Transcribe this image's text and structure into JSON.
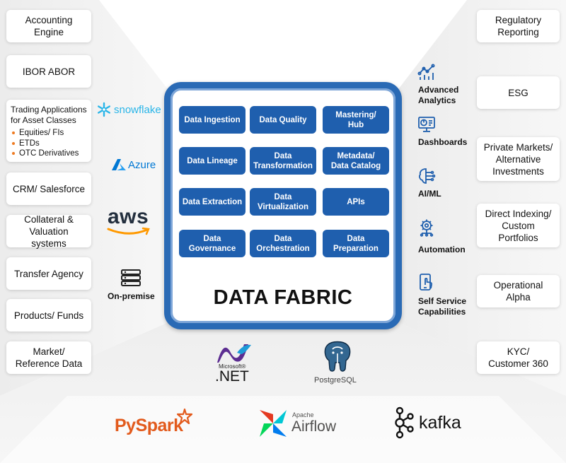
{
  "left_boxes": [
    {
      "label": "Accounting\nEngine"
    },
    {
      "label": "IBOR ABOR"
    },
    {
      "label": "CRM/ Salesforce"
    },
    {
      "label": "Collateral &\nValuation systems"
    },
    {
      "label": "Transfer Agency"
    },
    {
      "label": "Products/ Funds"
    },
    {
      "label": "Market/\nReference Data"
    }
  ],
  "trading_box": {
    "title": "Trading Applications\nfor Asset Classes",
    "items": [
      "Equities/ FIs",
      "ETDs",
      "OTC Derivatives"
    ]
  },
  "right_boxes": [
    {
      "label": "Regulatory\nReporting"
    },
    {
      "label": "ESG"
    },
    {
      "label": "Private Markets/\nAlternative\nInvestments"
    },
    {
      "label": "Direct Indexing/\nCustom\nPortfolios"
    },
    {
      "label": "Operational Alpha"
    },
    {
      "label": "KYC/\nCustomer 360"
    }
  ],
  "features": [
    {
      "label": "Advanced\nAnalytics",
      "icon": "analytics-chart-icon"
    },
    {
      "label": "Dashboards",
      "icon": "dashboard-monitor-icon"
    },
    {
      "label": "AI/ML",
      "icon": "brain-circuit-icon"
    },
    {
      "label": "Automation",
      "icon": "gear-automation-icon"
    },
    {
      "label": "Self Service\nCapabilities",
      "icon": "mobile-touch-icon"
    }
  ],
  "platforms": {
    "snowflake": "snowflake",
    "azure": "Azure",
    "aws": "aws",
    "onprem": "On-premise"
  },
  "fabric": {
    "title": "DATA FABRIC",
    "capabilities": [
      "Data Ingestion",
      "Data Quality",
      "Mastering/\nHub",
      "Data Lineage",
      "Data\nTransformation",
      "Metadata/\nData Catalog",
      "Data Extraction",
      "Data\nVirtualization",
      "APIs",
      "Data\nGovernance",
      "Data\nOrchestration",
      "Data\nPreparation"
    ]
  },
  "tech": {
    "dotnet_top": "Microsoft®",
    "dotnet": ".NET",
    "postgres": "PostgreSQL",
    "pyspark": "PySpark",
    "airflow_top": "Apache",
    "airflow": "Airflow",
    "kafka": "kafka"
  },
  "colors": {
    "fabric_blue": "#1f5fae",
    "fabric_border": "#2a6ab5",
    "accent_orange": "#ee7a21",
    "snowflake_blue": "#29b5e8",
    "azure_blue": "#0078d4",
    "aws_orange": "#ff9900",
    "dotnet_purple": "#5c2d91"
  }
}
